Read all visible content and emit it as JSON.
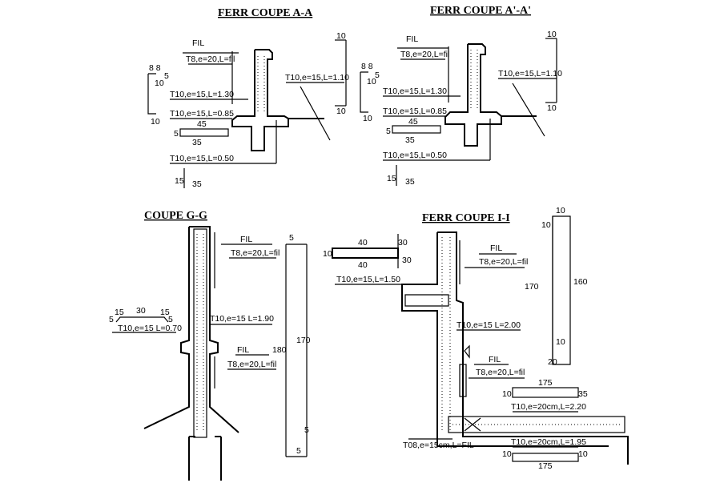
{
  "titles": {
    "aa": "FERR COUPE A-A",
    "aa2": "FERR COUPE A'-A'",
    "gg": "COUPE G-G",
    "ii": "FERR COUPE I-I"
  },
  "aa": {
    "fil": "FIL",
    "t8": "T8,e=20,L=fil",
    "t10_110": "T10,e=15,L=1.10",
    "t10_130": "T10,e=15,L=1.30",
    "t10_085": "T10,e=15,L=0.85",
    "t10_050": "T10,e=15,L=0.50",
    "d10_top": "10",
    "d10_bot": "10",
    "d88": "8 8",
    "d5": "5",
    "d10a": "10",
    "d10b": "10",
    "d45": "45",
    "d5b": "5",
    "d35": "35",
    "d15": "15",
    "d35b": "35"
  },
  "aa2": {
    "fil": "FIL",
    "t8": "T8,e=20,L=fil",
    "t10_110": "T10,e=15,L=1.10",
    "t10_130": "T10,e=15,L=1.30",
    "t10_085": "T10,e=15,L=0.85",
    "t10_050": "T10,e=15,L=0.50",
    "d10_top": "10",
    "d10_bot": "10",
    "d88": "8 8",
    "d5": "5",
    "d10a": "10",
    "d10b": "10",
    "d45": "45",
    "d5b": "5",
    "d35": "35",
    "d15": "15",
    "d35b": "35"
  },
  "gg": {
    "fil1": "FIL",
    "t8a": "T8,e=20,L=fil",
    "t10_190": "T10,e=15 L=1.90",
    "t10_070": "T10,e=15 L=0.70",
    "fil2": "FIL",
    "t8b": "T8,e=20,L=fil",
    "d15a": "15",
    "d30": "30",
    "d15b": "15",
    "d5a": "5",
    "d5b": "5",
    "d180": "180",
    "d170": "170",
    "d5top": "5",
    "d5bot1": "5",
    "d5bot2": "5"
  },
  "ii": {
    "d40a": "40",
    "d40b": "40",
    "d30a": "30",
    "d30b": "30",
    "d10": "10",
    "t10_150": "T10,e=15,L=1.50",
    "fil1": "FIL",
    "t8a": "T8,e=20,L=fil",
    "t10_200": "T10,e=15 L=2.00",
    "fil2": "FIL",
    "t8b": "T8,e=20,L=fil",
    "d175a": "175",
    "d10a": "10",
    "d35": "35",
    "t10_220": "T10,e=20cm,L=2.20",
    "t08": "T08,e=15cm,L=FIL",
    "t10_195": "T10,e=20cm,L=1.95",
    "d10b": "10",
    "d10c": "10",
    "d175b": "175",
    "r10a": "10",
    "r10b": "10",
    "r170": "170",
    "r160": "160",
    "r10c": "10",
    "r20": "20"
  }
}
